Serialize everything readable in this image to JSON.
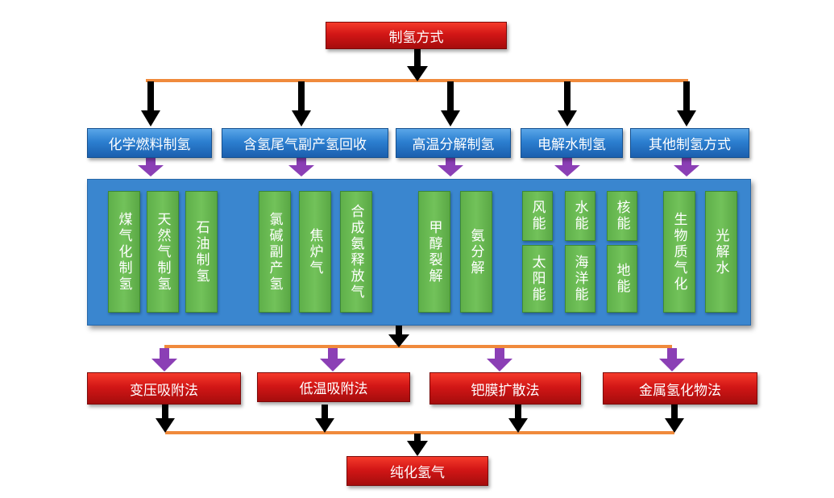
{
  "top": "制氢方式",
  "methods": [
    {
      "label": "化学燃料制氢",
      "items": [
        "煤气化制氢",
        "天然气制氢",
        "石油制氢"
      ]
    },
    {
      "label": "含氢尾气副产氢回收",
      "items": [
        "氯碱副产氢",
        "焦炉气",
        "合成氨释放气"
      ]
    },
    {
      "label": "高温分解制氢",
      "items": [
        "甲醇裂解",
        "氨分解"
      ]
    },
    {
      "label": "电解水制氢",
      "items": [
        "风能",
        "水能",
        "核能",
        "太阳能",
        "海洋能",
        "地能"
      ]
    },
    {
      "label": "其他制氢方式",
      "items": [
        "生物质气化",
        "光解水"
      ]
    }
  ],
  "purification": [
    "变压吸附法",
    "低温吸附法",
    "钯膜扩散法",
    "金属氢化物法"
  ],
  "bottom": "纯化氢气",
  "colors": {
    "red": "#d21616",
    "blue": "#2c7fd0",
    "green": "#6ab853",
    "line": "#f08a3c",
    "purple": "#8b3fb5",
    "arrow": "#000000"
  }
}
